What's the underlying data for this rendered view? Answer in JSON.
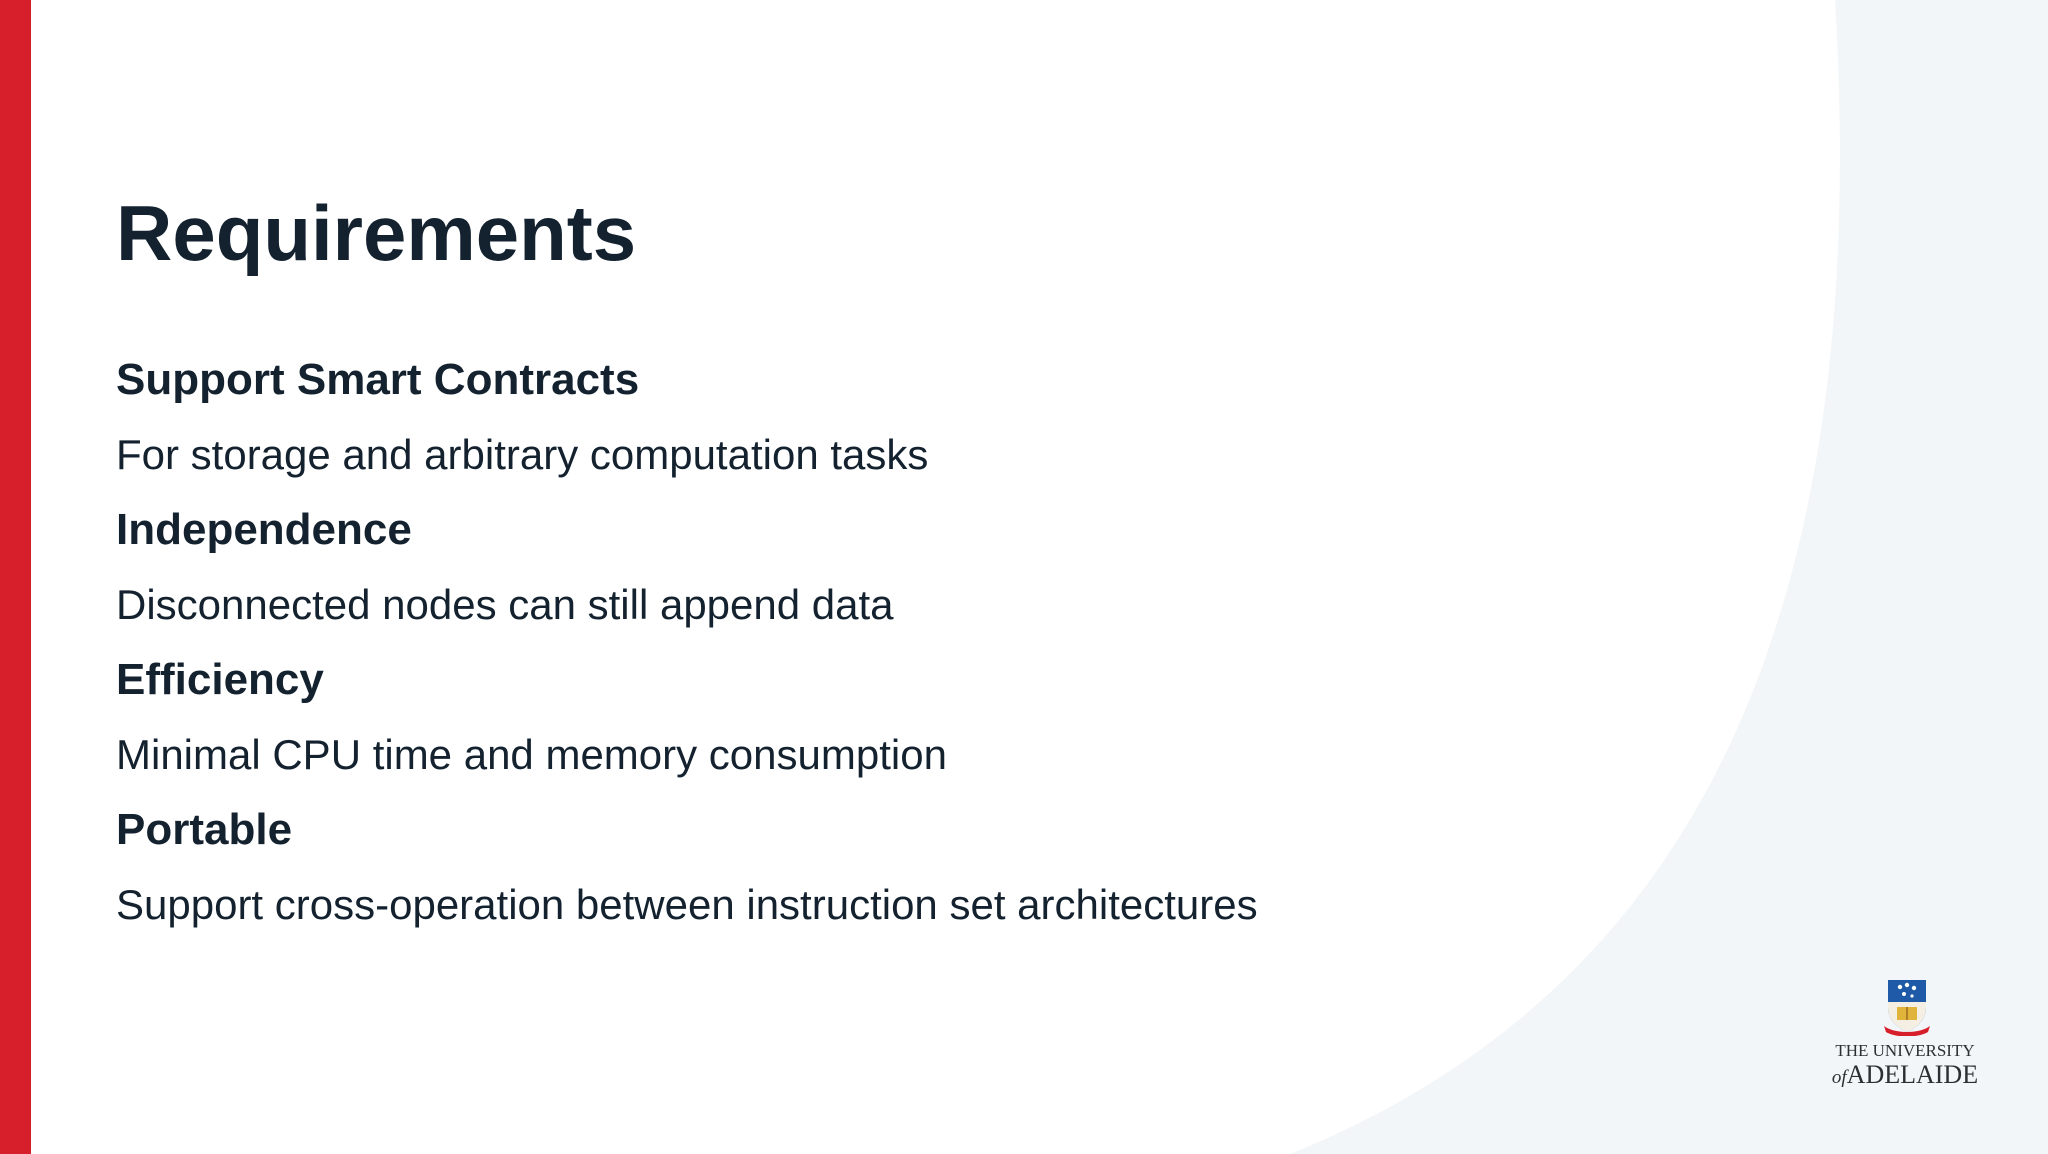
{
  "slide": {
    "title": "Requirements",
    "items": [
      {
        "heading": "Support Smart Contracts",
        "text": "For storage and arbitrary computation tasks"
      },
      {
        "heading": "Independence",
        "text": "Disconnected nodes can still append data"
      },
      {
        "heading": "Efficiency",
        "text": "Minimal CPU time and memory consumption"
      },
      {
        "heading": "Portable",
        "text": "Support cross-operation between instruction set architectures"
      }
    ]
  },
  "logo": {
    "line1": "THE UNIVERSITY",
    "of": "of",
    "line2": "ADELAIDE",
    "icon": "university-crest-icon"
  },
  "colors": {
    "accent": "#d71f2b",
    "text": "#14222f",
    "background_curve": "#f3f6f8",
    "crest_blue": "#1e5aa8",
    "crest_gold": "#e0b43a"
  }
}
